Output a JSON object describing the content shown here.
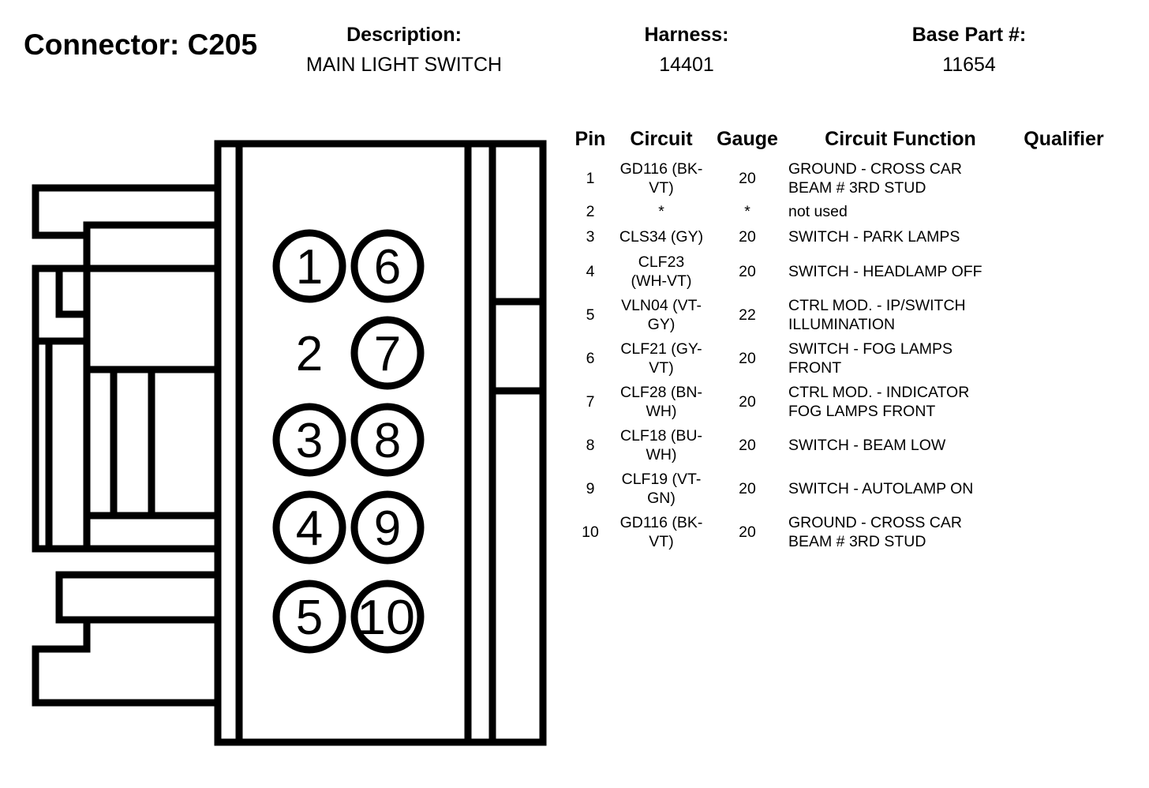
{
  "header": {
    "title": "Connector: C205",
    "description_label": "Description:",
    "description_value": "MAIN LIGHT SWITCH",
    "harness_label": "Harness:",
    "harness_value": "14401",
    "base_part_label": "Base Part #:",
    "base_part_value": "11654"
  },
  "table": {
    "headers": [
      "Pin",
      "Circuit",
      "Gauge",
      "Circuit Function",
      "Qualifier"
    ],
    "rows": [
      {
        "pin": "1",
        "circuit": "GD116 (BK-\nVT)",
        "gauge": "20",
        "function": "GROUND - CROSS CAR\nBEAM # 3RD STUD",
        "qualifier": ""
      },
      {
        "pin": "2",
        "circuit": "*",
        "gauge": "*",
        "function": "not used",
        "qualifier": ""
      },
      {
        "pin": "3",
        "circuit": "CLS34 (GY)",
        "gauge": "20",
        "function": "SWITCH - PARK LAMPS",
        "qualifier": ""
      },
      {
        "pin": "4",
        "circuit": "CLF23\n(WH-VT)",
        "gauge": "20",
        "function": "SWITCH - HEADLAMP OFF",
        "qualifier": ""
      },
      {
        "pin": "5",
        "circuit": "VLN04 (VT-\nGY)",
        "gauge": "22",
        "function": "CTRL MOD. - IP/SWITCH\nILLUMINATION",
        "qualifier": ""
      },
      {
        "pin": "6",
        "circuit": "CLF21 (GY-\nVT)",
        "gauge": "20",
        "function": "SWITCH - FOG LAMPS\nFRONT",
        "qualifier": ""
      },
      {
        "pin": "7",
        "circuit": "CLF28 (BN-\nWH)",
        "gauge": "20",
        "function": "CTRL MOD. - INDICATOR\nFOG LAMPS FRONT",
        "qualifier": ""
      },
      {
        "pin": "8",
        "circuit": "CLF18 (BU-\nWH)",
        "gauge": "20",
        "function": "SWITCH - BEAM LOW",
        "qualifier": ""
      },
      {
        "pin": "9",
        "circuit": "CLF19 (VT-\nGN)",
        "gauge": "20",
        "function": "SWITCH - AUTOLAMP ON",
        "qualifier": ""
      },
      {
        "pin": "10",
        "circuit": "GD116 (BK-\nVT)",
        "gauge": "20",
        "function": "GROUND - CROSS CAR\nBEAM # 3RD STUD",
        "qualifier": ""
      }
    ]
  },
  "diagram": {
    "pins": [
      {
        "label": "1",
        "circled": true
      },
      {
        "label": "2",
        "circled": false
      },
      {
        "label": "3",
        "circled": true
      },
      {
        "label": "4",
        "circled": true
      },
      {
        "label": "5",
        "circled": true
      },
      {
        "label": "6",
        "circled": true
      },
      {
        "label": "7",
        "circled": true
      },
      {
        "label": "8",
        "circled": true
      },
      {
        "label": "9",
        "circled": true
      },
      {
        "label": "10",
        "circled": true
      }
    ]
  }
}
